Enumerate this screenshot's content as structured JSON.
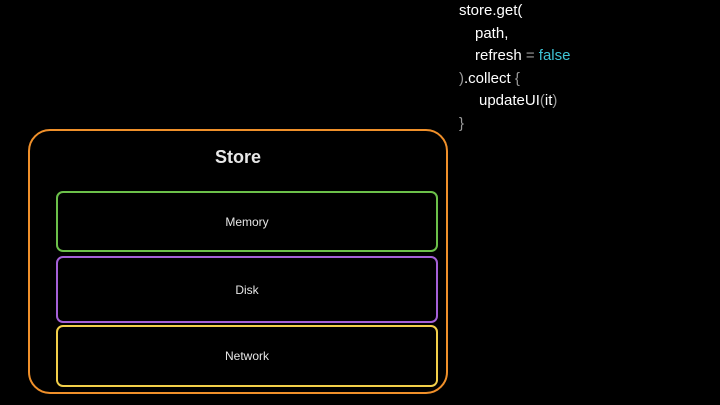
{
  "code": {
    "line1": "store.get(",
    "line1_paren": "",
    "line2": "path,",
    "line3_key": "refresh",
    "line3_eq": " = ",
    "line3_value": "false",
    "line4_paren": ")",
    "line4_rest": ".collect ",
    "line4_brace": "{",
    "line5_fn": "updateUI",
    "line5_open": "(",
    "line5_arg": "it",
    "line5_close": ")",
    "line6": "}"
  },
  "store": {
    "title": "Store",
    "layers": [
      {
        "label": "Memory",
        "color": "#6cc04a"
      },
      {
        "label": "Disk",
        "color": "#a560d8"
      },
      {
        "label": "Network",
        "color": "#f2cf4a"
      }
    ],
    "border_color": "#f0902a"
  },
  "colors": {
    "keyword": "#3fc4d6",
    "background": "#000000"
  }
}
